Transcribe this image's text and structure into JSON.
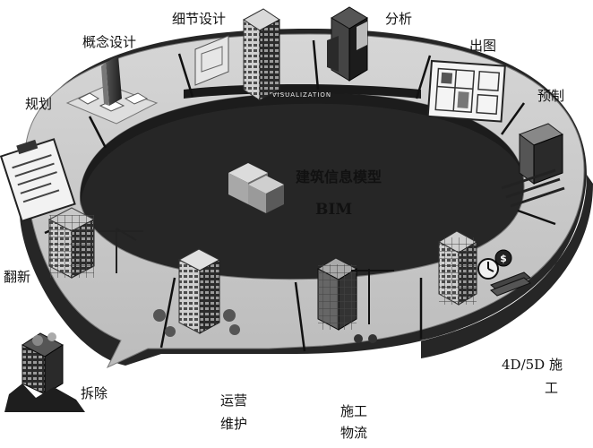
{
  "center": {
    "title": "建筑信息模型",
    "subtitle": "BIM"
  },
  "ring_caption": "VISUALIZATION",
  "stages": {
    "concept_design": "概念设计",
    "detail_design": "细节设计",
    "analysis": "分析",
    "drawing": "出图",
    "prefab": "预制",
    "planning": "规划",
    "renovation": "翻新",
    "demolition": "拆除",
    "operation_line1": "运营",
    "operation_line2": "维护",
    "logistics_line1": "施工",
    "logistics_line2": "物流",
    "construction_line1": "4D/5D 施",
    "construction_line2": "工"
  },
  "colors": {
    "ring_top": "#c8c8c8",
    "ring_side": "#1f1f1f",
    "accent_dark": "#2a2a2a"
  }
}
